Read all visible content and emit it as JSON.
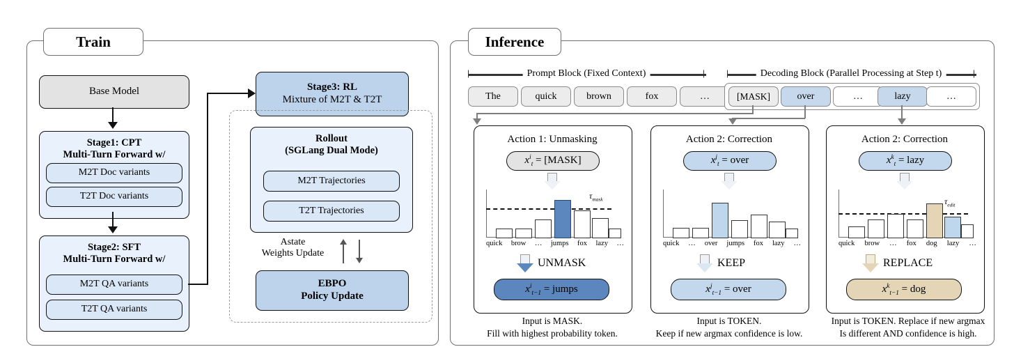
{
  "train": {
    "title": "Train",
    "base_model": "Base Model",
    "stage1": {
      "line1": "Stage1: CPT",
      "line2": "Multi-Turn Forward w/",
      "items": [
        "M2T Doc variants",
        "T2T Doc variants"
      ]
    },
    "stage2": {
      "line1": "Stage2: SFT",
      "line2": "Multi-Turn Forward w/",
      "items": [
        "M2T QA variants",
        "T2T QA variants"
      ]
    },
    "stage3": {
      "line1": "Stage3: RL",
      "line2": "Mixture of M2T & T2T"
    },
    "rollout": {
      "line1": "Rollout",
      "line2": "(SGLang Dual Mode)",
      "items": [
        "M2T Trajectories",
        "T2T Trajectories"
      ]
    },
    "update_label": {
      "line1": "Astate",
      "line2": "Weights Update"
    },
    "ebpo": {
      "line1": "EBPO",
      "line2": "Policy Update"
    }
  },
  "inference": {
    "title": "Inference",
    "prompt_block": {
      "label": "Prompt Block (Fixed Context)",
      "tokens": [
        "The",
        "quick",
        "brown",
        "fox",
        "…"
      ]
    },
    "decoding_block": {
      "label": "Decoding Block (Parallel Processing at Step t)",
      "tokens": [
        {
          "text": "[MASK]",
          "style": "gray"
        },
        {
          "text": "over",
          "style": "blue"
        },
        {
          "text": "…",
          "style": "white"
        },
        {
          "text": "lazy",
          "style": "blue"
        },
        {
          "text": "…",
          "style": "white"
        }
      ]
    },
    "panels": [
      {
        "title": "Action 1: Unmasking",
        "input_pill": {
          "var": "x",
          "sup": "i",
          "sub": "t",
          "value": "[MASK]",
          "style": "gray"
        },
        "decision": "UNMASK",
        "output_pill": {
          "var": "x",
          "sup": "i",
          "sub": "t−1",
          "value": "jumps",
          "style": "dblue"
        },
        "caption_line1": "Input is MASK.",
        "caption_line2": "Fill with highest probability token.",
        "chart_ref": 0
      },
      {
        "title": "Action 2: Correction",
        "input_pill": {
          "var": "x",
          "sup": "j",
          "sub": "t",
          "value": "over",
          "style": "lblue"
        },
        "decision": "KEEP",
        "output_pill": {
          "var": "x",
          "sup": "j",
          "sub": "t−1",
          "value": "over",
          "style": "lblue"
        },
        "caption_line1": "Input is TOKEN.",
        "caption_line2": "Keep if new argmax confidence is low.",
        "chart_ref": 1
      },
      {
        "title": "Action 2: Correction",
        "input_pill": {
          "var": "x",
          "sup": "k",
          "sub": "t",
          "value": "lazy",
          "style": "lblue"
        },
        "decision": "REPLACE",
        "output_pill": {
          "var": "x",
          "sup": "k",
          "sub": "t−1",
          "value": "dog",
          "style": "tan"
        },
        "caption_line1": "Input is TOKEN. Replace if new argmax",
        "caption_line2": "Is different AND confidence is high.",
        "chart_ref": 2
      }
    ]
  },
  "chart_data": [
    {
      "type": "bar",
      "title": "Action 1: Unmasking token distribution",
      "categories": [
        "quick",
        "brow",
        "…",
        "jumps",
        "fox",
        "lazy",
        "…"
      ],
      "values": [
        0.17,
        0.17,
        0.37,
        1.0,
        0.62,
        0.47,
        0.17
      ],
      "highlight_index": 3,
      "highlight_color": "#5b87be",
      "threshold": {
        "value": 0.72,
        "label": "τ",
        "label_sub": "mask"
      },
      "xlabel": "",
      "ylabel": "",
      "ylim": [
        0,
        1.1
      ],
      "grid": false
    },
    {
      "type": "bar",
      "title": "Action 2: Correction (keep) token distribution",
      "categories": [
        "quick",
        "…",
        "over",
        "jumps",
        "fox",
        "lazy",
        "…"
      ],
      "values": [
        0.18,
        0.18,
        0.92,
        0.38,
        0.5,
        0.34,
        0.17
      ],
      "highlight_index": 2,
      "highlight_color": "#bed7ec",
      "threshold": null,
      "xlabel": "",
      "ylabel": "",
      "ylim": [
        0,
        1.1
      ],
      "grid": false
    },
    {
      "type": "bar",
      "title": "Action 2: Correction (replace) token distribution",
      "categories": [
        "quick",
        "brow",
        "…",
        "fox",
        "dog",
        "lazy",
        "…"
      ],
      "values": [
        0.22,
        0.38,
        0.5,
        0.38,
        0.9,
        0.44,
        0.27
      ],
      "highlight_index": 4,
      "highlight_color": "#e3d5b6",
      "secondary_index": 5,
      "secondary_color": "#bed7ec",
      "threshold": {
        "value": 0.62,
        "label": "τ",
        "label_sub": "edit"
      },
      "xlabel": "",
      "ylabel": "",
      "ylim": [
        0,
        1.1
      ],
      "grid": false
    }
  ]
}
